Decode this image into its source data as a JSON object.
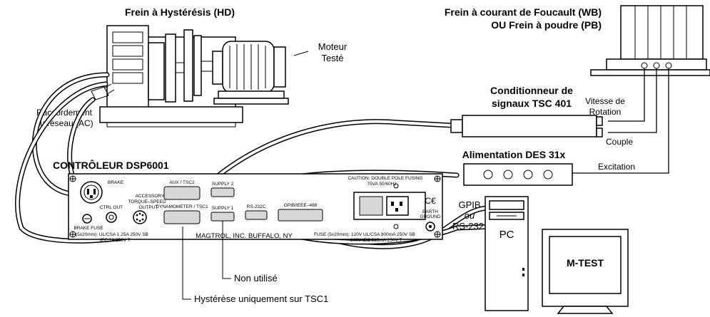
{
  "diagram": {
    "hd_title": "Frein à Hystérésis (HD)",
    "wb_title_line1": "Frein à courant de Foucault (WB)",
    "wb_title_line2": "OU Frein à poudre (PB)",
    "motor_line1": "Moteur",
    "motor_line2": "Testé",
    "mains_line1": "Raccordement",
    "mains_line2": "au réseau (AC)",
    "tsc_line1": "Conditionneur de",
    "tsc_line2": "signaux TSC 401",
    "speed_line1": "Vitesse de",
    "speed_line2": "Rotation",
    "torque": "Couple",
    "des_title": "Alimentation DES 31x",
    "excitation": "Excitation",
    "controller_title": "CONTRÔLEUR DSP6001",
    "gpib": "GPIB",
    "ou": "ou",
    "rs232": "RS-232",
    "pc": "PC",
    "mtest": "M-TEST",
    "not_used": "Non utilisé",
    "hd_only": "Hystérèse uniquement sur TSC1",
    "panel": {
      "brake": "BRAKE",
      "aux_tsc2": "AUX / TSC2",
      "accessory_line1": "ACCESSORY",
      "accessory_line2": "TORQUE–SPEED",
      "accessory_line3": "OUTPUT",
      "supply2": "SUPPLY 2",
      "supply1": "SUPPLY 1",
      "rs232c": "RS-232C",
      "gpib_ieee": "GPIB/IEEE–488",
      "caution_line1": "CAUTION:  DOUBLE POLE FUSING",
      "caution_line2": "75VA  50/60Hz",
      "ce": "C€",
      "earth_line1": "EARTH",
      "earth_line2": "GROUND",
      "ctrl_out": "CTRL OUT",
      "dyn_tsc1": "DYNAMOMETER / TSC1",
      "brake_fuse": "BRAKE FUSE",
      "fuse_left_line1": "(5x20mm):  UL/CSA   1.25A   250V   SB",
      "fuse_left_line2": "IEC    1A   250V   T",
      "maker": "MAGTROL, INC.   BUFFALO, NY",
      "fuse_right_line1": "FUSE (5x20mm):  120V   UL/CSA   800mA   250V   SB",
      "fuse_right_line2": "240V   IEC   315mA   250V   T"
    }
  }
}
